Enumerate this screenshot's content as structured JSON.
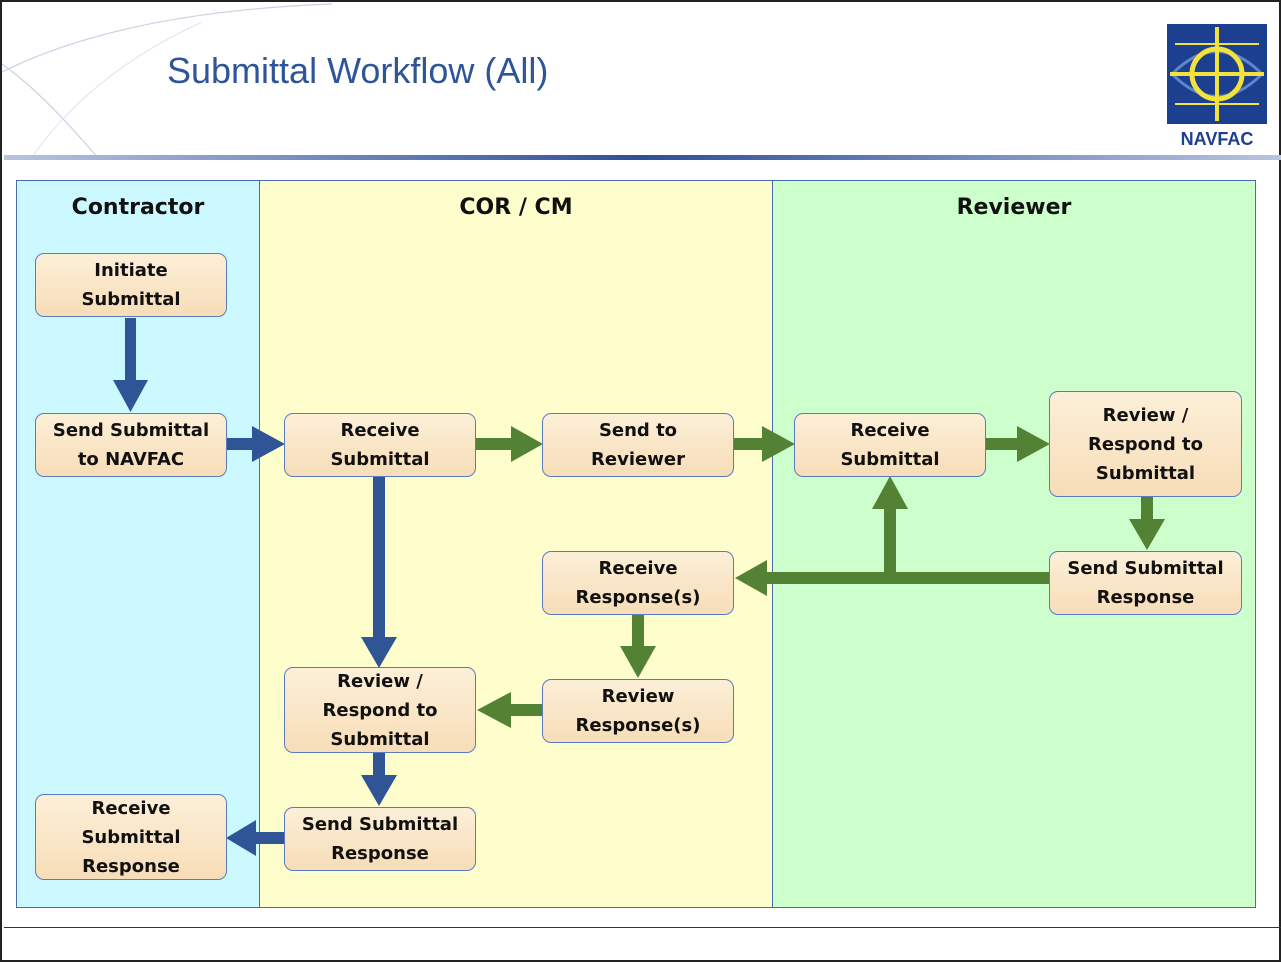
{
  "slide": {
    "title": "Submittal Workflow (All)",
    "logo_text": "NAVFAC"
  },
  "lanes": [
    {
      "id": "contractor",
      "title": "Contractor"
    },
    {
      "id": "cor",
      "title": "COR / CM"
    },
    {
      "id": "reviewer",
      "title": "Reviewer"
    }
  ],
  "nodes": {
    "initiate_submittal": "Initiate\nSubmittal",
    "send_submittal_to_navfac": "Send Submittal\nto NAVFAC",
    "receive_submittal_response_contractor": "Receive\nSubmittal\nResponse",
    "cor_receive_submittal": "Receive\nSubmittal",
    "send_to_reviewer": "Send to\nReviewer",
    "receive_responses": "Receive\nResponse(s)",
    "review_responses": "Review\nResponse(s)",
    "cor_review_respond": "Review /\nRespond to\nSubmittal",
    "cor_send_submittal_response": "Send Submittal\nResponse",
    "reviewer_receive_submittal": "Receive\nSubmittal",
    "reviewer_review_respond": "Review /\nRespond to\nSubmittal",
    "reviewer_send_submittal_response": "Send Submittal\nResponse"
  },
  "edges": [
    {
      "from": "initiate_submittal",
      "to": "send_submittal_to_navfac",
      "color": "#2f5597"
    },
    {
      "from": "send_submittal_to_navfac",
      "to": "cor_receive_submittal",
      "color": "#2f5597"
    },
    {
      "from": "cor_receive_submittal",
      "to": "send_to_reviewer",
      "color": "#548235"
    },
    {
      "from": "send_to_reviewer",
      "to": "reviewer_receive_submittal",
      "color": "#548235"
    },
    {
      "from": "reviewer_receive_submittal",
      "to": "reviewer_review_respond",
      "color": "#548235"
    },
    {
      "from": "reviewer_review_respond",
      "to": "reviewer_send_submittal_response",
      "color": "#548235"
    },
    {
      "from": "reviewer_send_submittal_response",
      "to": "receive_responses",
      "color": "#548235"
    },
    {
      "from": "reviewer_send_submittal_response",
      "to": "reviewer_receive_submittal",
      "color": "#548235"
    },
    {
      "from": "receive_responses",
      "to": "review_responses",
      "color": "#548235"
    },
    {
      "from": "review_responses",
      "to": "cor_review_respond",
      "color": "#548235"
    },
    {
      "from": "cor_receive_submittal",
      "to": "cor_review_respond",
      "color": "#2f5597"
    },
    {
      "from": "cor_review_respond",
      "to": "cor_send_submittal_response",
      "color": "#2f5597"
    },
    {
      "from": "cor_send_submittal_response",
      "to": "receive_submittal_response_contractor",
      "color": "#2f5597"
    }
  ],
  "colors": {
    "title": "#2e5597",
    "contractor_lane": "#ccf9ff",
    "cor_lane": "#fefecc",
    "reviewer_lane": "#ccffcc",
    "contractor_arrow": "#2f5597",
    "reviewer_arrow": "#548235",
    "box_fill": "#fbe5c8",
    "box_border": "#5b7bc0"
  }
}
